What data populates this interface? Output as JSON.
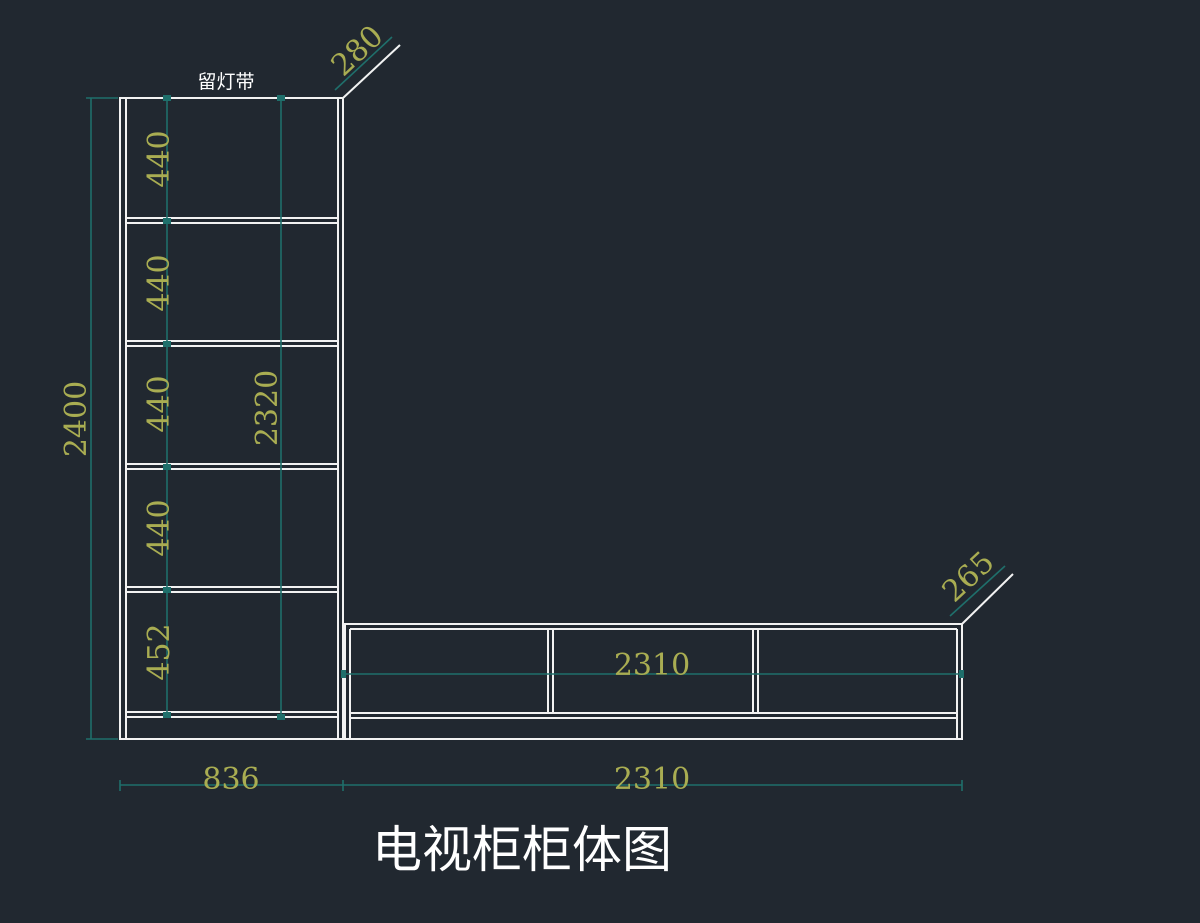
{
  "title": "电视柜柜体图",
  "label_top": "留灯带",
  "dimensions": {
    "tall_total_height": "2400",
    "inner_height": "2320",
    "shelf_1": "440",
    "shelf_2": "440",
    "shelf_3": "440",
    "shelf_4": "440",
    "shelf_5": "452",
    "tall_depth": "280",
    "low_depth": "265",
    "low_inner_width": "2310",
    "tall_width": "836",
    "low_width": "2310"
  },
  "colors": {
    "background": "#212830",
    "lines": "#f2f2f2",
    "dimension_lines": "#1f6f6b",
    "dimension_text": "#a9ad52",
    "text": "#ffffff"
  }
}
